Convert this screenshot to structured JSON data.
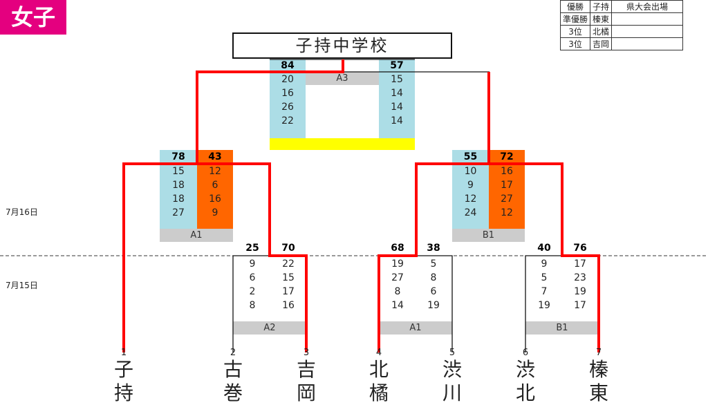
{
  "badge": "女子",
  "champion": "子持中学校",
  "results": [
    [
      "優勝",
      "子持",
      "県大会出場"
    ],
    [
      "準優勝",
      "榛東",
      ""
    ],
    [
      "3位",
      "北橘",
      ""
    ],
    [
      "3位",
      "吉岡",
      ""
    ]
  ],
  "dates": [
    "7月16日",
    "7月15日"
  ],
  "final": {
    "label": "A3",
    "left_total": "84",
    "right_total": "57",
    "left_scores": [
      "20",
      "16",
      "26",
      "22"
    ],
    "right_scores": [
      "15",
      "14",
      "14",
      "14"
    ]
  },
  "semis": [
    {
      "label": "A1",
      "left_total": "78",
      "right_total": "43",
      "left_scores": [
        "15",
        "18",
        "18",
        "27"
      ],
      "right_scores": [
        "12",
        "6",
        "16",
        "9"
      ]
    },
    {
      "label": "B1",
      "left_total": "55",
      "right_total": "72",
      "left_scores": [
        "10",
        "9",
        "12",
        "24"
      ],
      "right_scores": [
        "16",
        "17",
        "27",
        "12"
      ]
    }
  ],
  "round1": [
    {
      "label": "A2",
      "left_total": "25",
      "right_total": "70",
      "left_scores": [
        "9",
        "6",
        "2",
        "8"
      ],
      "right_scores": [
        "22",
        "15",
        "17",
        "16"
      ]
    },
    {
      "label": "A1",
      "left_total": "68",
      "right_total": "38",
      "left_scores": [
        "19",
        "27",
        "8",
        "14"
      ],
      "right_scores": [
        "5",
        "8",
        "6",
        "19"
      ]
    },
    {
      "label": "B1",
      "left_total": "40",
      "right_total": "76",
      "left_scores": [
        "9",
        "5",
        "7",
        "19"
      ],
      "right_scores": [
        "17",
        "23",
        "19",
        "17"
      ]
    }
  ],
  "teams": [
    {
      "num": "1",
      "line1": "子",
      "line2": "持"
    },
    {
      "num": "2",
      "line1": "古",
      "line2": "巻"
    },
    {
      "num": "3",
      "line1": "吉",
      "line2": "岡"
    },
    {
      "num": "4",
      "line1": "北",
      "line2": "橘"
    },
    {
      "num": "5",
      "line1": "渋",
      "line2": "川"
    },
    {
      "num": "6",
      "line1": "渋",
      "line2": "北"
    },
    {
      "num": "7",
      "line1": "榛",
      "line2": "東"
    }
  ],
  "colors": {
    "winner_line": "#ff0000",
    "badge": "#e4007f",
    "light_blue": "#acdde6",
    "orange": "#ff6600"
  }
}
